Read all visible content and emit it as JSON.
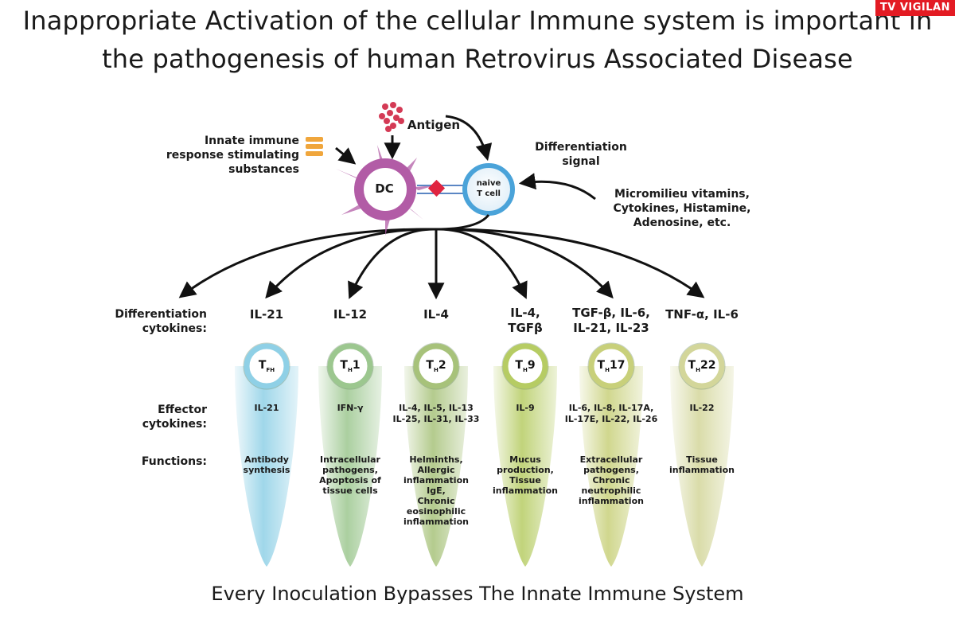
{
  "title": {
    "line1": "Inappropriate Activation of the cellular Immune system is important in",
    "line2": "the pathogenesis of human Retrovirus Associated Disease"
  },
  "logo": {
    "text": "TV VIGILAN"
  },
  "top": {
    "antigen": "Antigen",
    "innate": [
      "Innate immune",
      "response stimulating",
      "substances"
    ],
    "dc": "DC",
    "naive": [
      "naive",
      "T cell"
    ],
    "diff_signal": [
      "Differentiation",
      "signal"
    ],
    "micro": [
      "Micromilieu vitamins,",
      "Cytokines, Histamine,",
      "Adenosine, etc."
    ]
  },
  "rows": {
    "diff": [
      "Differentiation",
      "cytokines:"
    ],
    "effector": [
      "Effector",
      "cytokines:"
    ],
    "functions": "Functions:"
  },
  "colors": {
    "tfh": "#8fd0e6",
    "th1": "#9cc78f",
    "th2": "#a7c27a",
    "th9": "#b6cc63",
    "th17": "#c8d07a",
    "th22": "#d3d69a",
    "dc": "#b25ca6",
    "antigen": "#d43a55"
  },
  "cells": [
    {
      "main": "T",
      "sub": "FH",
      "suffix": "",
      "diff": [
        "IL-21"
      ],
      "eff": [
        "IL-21"
      ],
      "fn": [
        "Antibody",
        "synthesis"
      ]
    },
    {
      "main": "T",
      "sub": "H",
      "suffix": "1",
      "diff": [
        "IL-12"
      ],
      "eff": [
        "IFN-γ"
      ],
      "fn": [
        "Intracellular",
        "pathogens,",
        "Apoptosis of",
        "tissue cells"
      ]
    },
    {
      "main": "T",
      "sub": "H",
      "suffix": "2",
      "diff": [
        "IL-4"
      ],
      "eff": [
        "IL-4, IL-5, IL-13",
        "IL-25, IL-31, IL-33"
      ],
      "fn": [
        "Helminths,",
        "Allergic",
        "inflammation",
        "IgE,",
        "Chronic",
        "eosinophilic",
        "inflammation"
      ]
    },
    {
      "main": "T",
      "sub": "H",
      "suffix": "9",
      "diff": [
        "IL-4,",
        "TGFβ"
      ],
      "eff": [
        "IL-9"
      ],
      "fn": [
        "Mucus",
        "production,",
        "Tissue",
        "inflammation"
      ]
    },
    {
      "main": "T",
      "sub": "H",
      "suffix": "17",
      "diff": [
        "TGF-β, IL-6,",
        "IL-21, IL-23"
      ],
      "eff": [
        "IL-6, IL-8, IL-17A,",
        "IL-17E,  IL-22, IL-26"
      ],
      "fn": [
        "Extracellular",
        "pathogens,",
        "Chronic",
        "neutrophilic",
        "inflammation"
      ]
    },
    {
      "main": "T",
      "sub": "H",
      "suffix": "22",
      "diff": [
        "TNF-α, IL-6"
      ],
      "eff": [
        "IL-22"
      ],
      "fn": [
        "Tissue",
        "inflammation"
      ]
    }
  ],
  "footer": "Every Inoculation Bypasses The Innate Immune System"
}
